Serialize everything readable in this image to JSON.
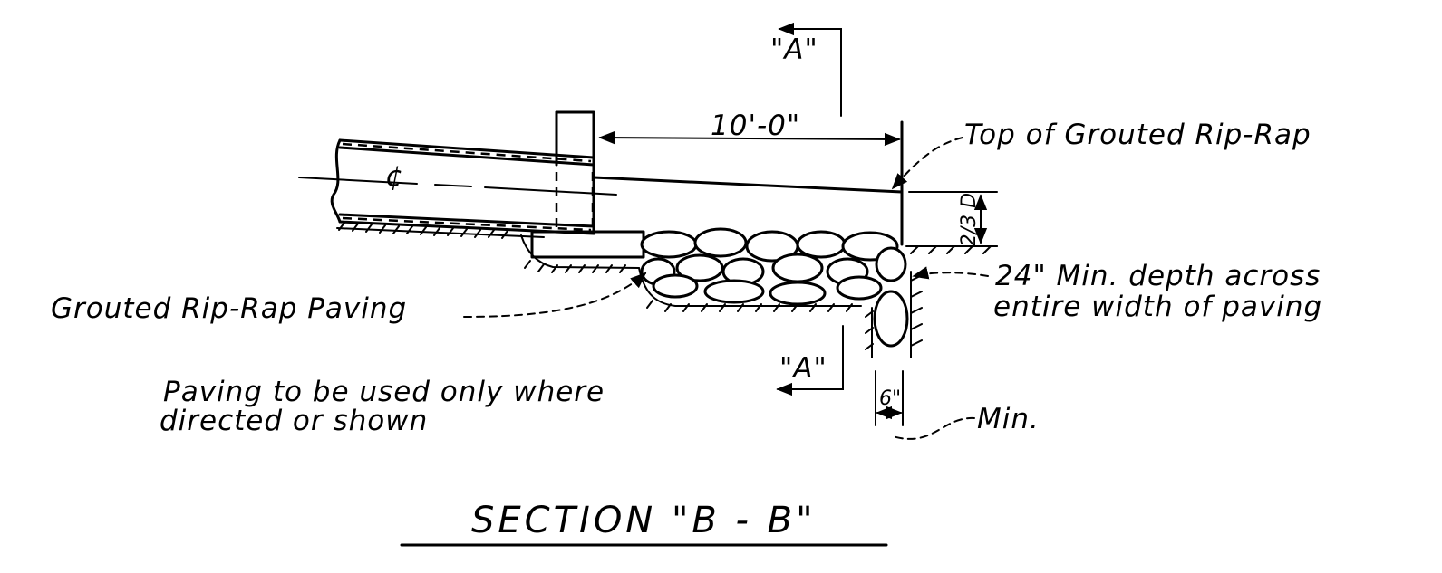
{
  "drawing": {
    "title": "SECTION \"B - B\"",
    "labels": {
      "section_mark_top": "\"A\"",
      "section_mark_bottom": "\"A\"",
      "dimension_length": "10'-0\"",
      "centerline_symbol": "¢",
      "top_label": "Top of Grouted Rip-Rap",
      "depth_dimension": "2/3 D",
      "depth_note_line1": "24\" Min. depth across",
      "depth_note_line2": "entire width of paving",
      "paving_label": "Grouted Rip-Rap Paving",
      "note_line1": "Paving to be used only where",
      "note_line2": "directed or shown",
      "min_dimension": "6\"",
      "min_label": "Min."
    }
  }
}
